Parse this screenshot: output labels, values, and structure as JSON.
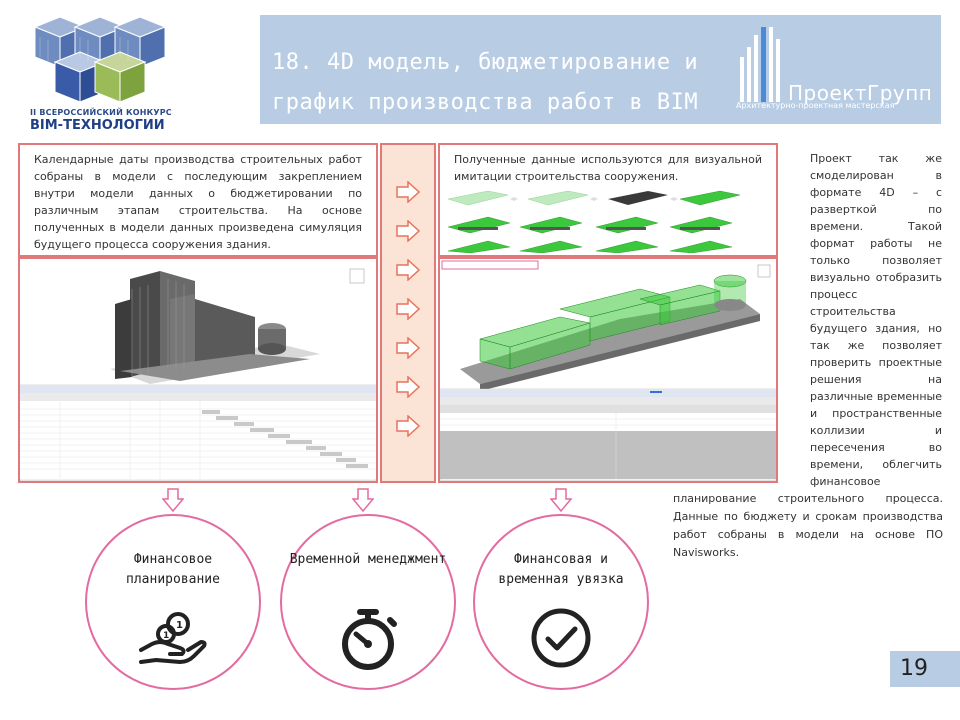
{
  "logo": {
    "contest_line": "II ВСЕРОССИЙСКИЙ КОНКУРС",
    "contest_name": "BIM-ТЕХНОЛОГИИ",
    "colors": {
      "blue": "#3a5ca8",
      "light_blue": "#9fb3d6",
      "green": "#9bbb59"
    }
  },
  "title": {
    "line1": "18. 4D модель, бюджетирование и",
    "line2": "график производства работ в BIM",
    "background": "#b8cce4"
  },
  "brand": {
    "name": "ПроектГрупп",
    "tagline": "Архитектурно-проектная мастерская"
  },
  "left_text": "Календарные даты производства строительных работ собраны в модели с последующим закреплением внутри модели данных о бюджетировании по различным этапам строительства. На основе полученных в модели данных произведена симуляция будущего процесса сооружения здания.",
  "right_text": "Полученные данные используются для визуальной имитации строительства сооружения.",
  "side_text_1": "Проект так же смоделирован в формате 4D – с разверткой по времени. Такой формат работы не только позволяет визуально отобразить процесс строительства будущего здания, но так же позволяет проверить проектные решения на различные временные и пространственные коллизии и пересечения во времени, облегчить финансовое",
  "side_text_2": "планирование строительного процесса. Данные по бюджету и срокам производства работ собраны в модели на основе ПО Navisworks.",
  "circles": [
    {
      "label": "Финансовое планирование",
      "icon": "money-hand-icon"
    },
    {
      "label": "Временной менеджмент",
      "icon": "stopwatch-icon"
    },
    {
      "label": "Финансовая и временная увязка",
      "icon": "checkmark-circle-icon"
    }
  ],
  "page_number": "19",
  "colors": {
    "box_border": "#e07a7a",
    "arrow_fill": "#fbe3d6",
    "arrow_stroke": "#e8735a",
    "circle_border": "#e36ba0",
    "model_green": "#3cc83c"
  }
}
